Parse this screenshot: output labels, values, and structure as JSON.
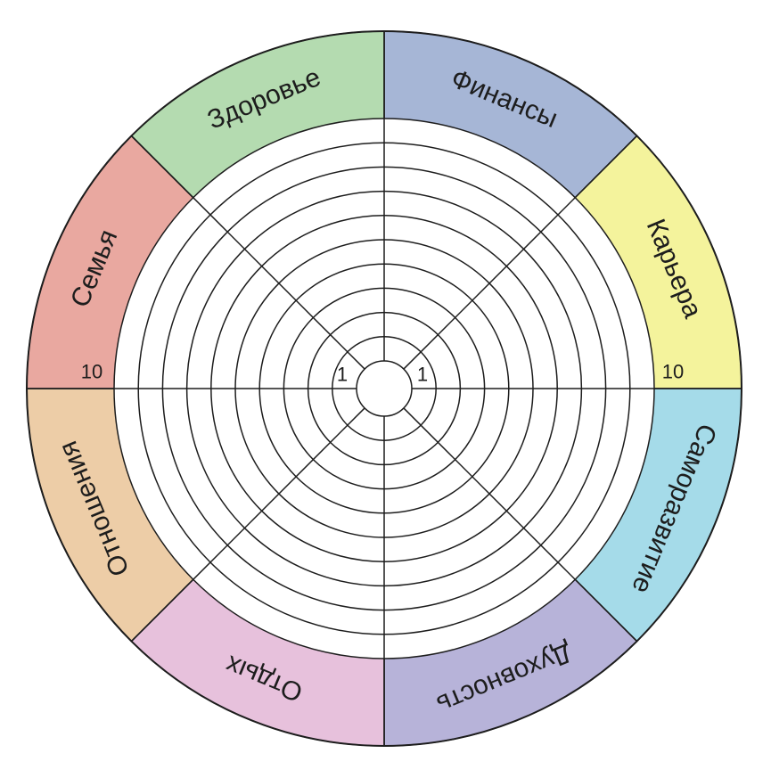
{
  "wheel": {
    "segments": [
      {
        "label": "Финансы",
        "color": "#a6b6d6"
      },
      {
        "label": "Карьера",
        "color": "#f4f39c"
      },
      {
        "label": "Саморазвитие",
        "color": "#a5dbe9"
      },
      {
        "label": "Духовность",
        "color": "#b7b3d9"
      },
      {
        "label": "Отдых",
        "color": "#e7c1dc"
      },
      {
        "label": "Отношения",
        "color": "#edcda7"
      },
      {
        "label": "Семья",
        "color": "#e9a8a0"
      },
      {
        "label": "Здоровье",
        "color": "#b4dbb0"
      }
    ],
    "scale": {
      "min": "1",
      "max": "10",
      "levels": 10
    },
    "line_color": "#1d1d1d"
  }
}
